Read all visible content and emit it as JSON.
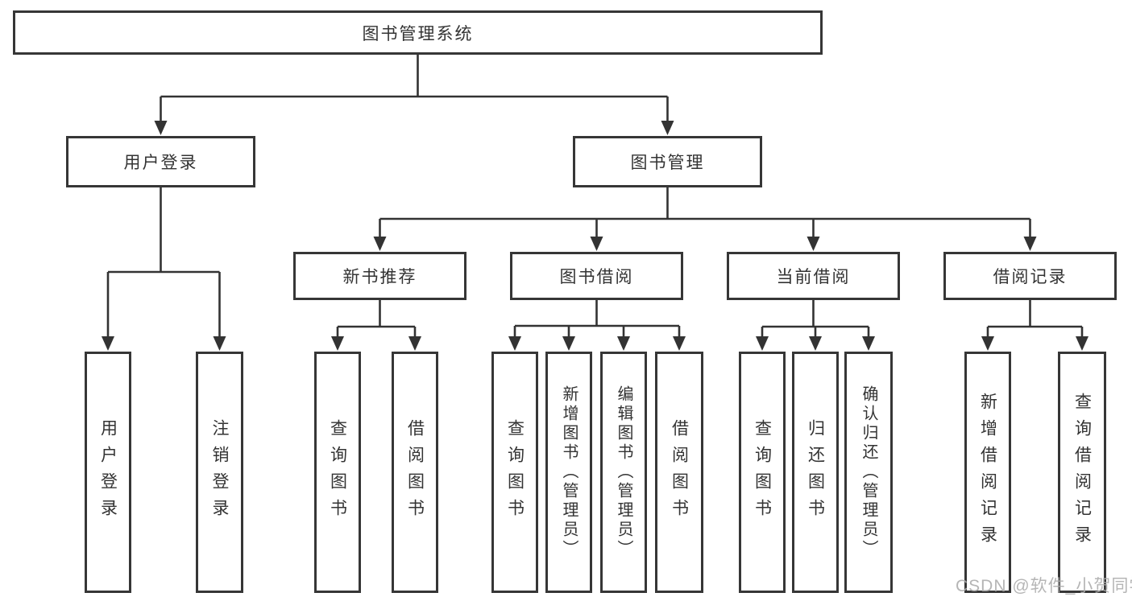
{
  "diagram": {
    "title": "图书管理系统",
    "line_color": "#333333",
    "box_border_color": "#363636",
    "text_color": "#333333",
    "nodes": [
      {
        "id": "root",
        "label": "图书管理系统",
        "parent": null,
        "vertical": false
      },
      {
        "id": "login",
        "label": "用户登录",
        "parent": "root",
        "vertical": false
      },
      {
        "id": "mgmt",
        "label": "图书管理",
        "parent": "root",
        "vertical": false
      },
      {
        "id": "new-rec",
        "label": "新书推荐",
        "parent": "mgmt",
        "vertical": false
      },
      {
        "id": "book-borrow",
        "label": "图书借阅",
        "parent": "mgmt",
        "vertical": false
      },
      {
        "id": "current-borrow",
        "label": "当前借阅",
        "parent": "mgmt",
        "vertical": false
      },
      {
        "id": "borrow-record",
        "label": "借阅记录",
        "parent": "mgmt",
        "vertical": false
      },
      {
        "id": "user-login",
        "label": "用户登录",
        "parent": "login",
        "vertical": true
      },
      {
        "id": "logout",
        "label": "注销登录",
        "parent": "login",
        "vertical": true
      },
      {
        "id": "rec-query",
        "label": "查询图书",
        "parent": "new-rec",
        "vertical": true
      },
      {
        "id": "rec-borrow",
        "label": "借阅图书",
        "parent": "new-rec",
        "vertical": true
      },
      {
        "id": "bb-query",
        "label": "查询图书",
        "parent": "book-borrow",
        "vertical": true
      },
      {
        "id": "bb-add",
        "label": "新增图书（管理员）",
        "parent": "book-borrow",
        "vertical": true
      },
      {
        "id": "bb-edit",
        "label": "编辑图书（管理员）",
        "parent": "book-borrow",
        "vertical": true
      },
      {
        "id": "bb-borrow",
        "label": "借阅图书",
        "parent": "book-borrow",
        "vertical": true
      },
      {
        "id": "cb-query",
        "label": "查询图书",
        "parent": "current-borrow",
        "vertical": true
      },
      {
        "id": "cb-return",
        "label": "归还图书",
        "parent": "current-borrow",
        "vertical": true
      },
      {
        "id": "cb-confirm",
        "label": "确认归还（管理员）",
        "parent": "current-borrow",
        "vertical": true
      },
      {
        "id": "br-add",
        "label": "新增借阅记录",
        "parent": "borrow-record",
        "vertical": true
      },
      {
        "id": "br-query",
        "label": "查询借阅记录",
        "parent": "borrow-record",
        "vertical": true
      }
    ]
  },
  "watermark": {
    "text": "CSDN @软件_小贺同学",
    "color": "#aeaeae"
  }
}
